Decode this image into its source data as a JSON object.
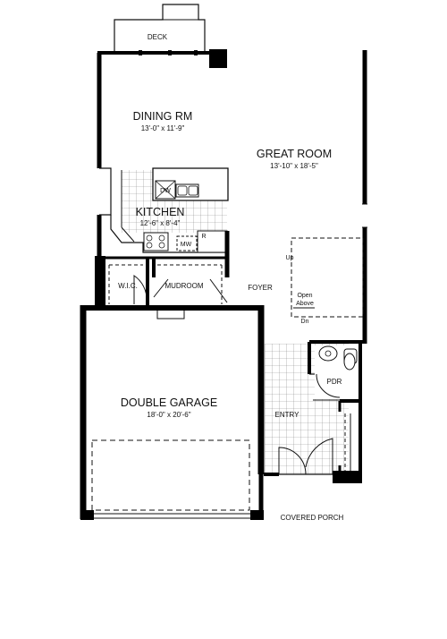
{
  "rooms": {
    "deck": {
      "name": "DECK"
    },
    "dining": {
      "name": "DINING RM",
      "dims": "13'-0\" x 11'-9\""
    },
    "great_room": {
      "name": "GREAT ROOM",
      "dims": "13'-10\" x 18'-5\""
    },
    "kitchen": {
      "name": "KITCHEN",
      "dims": "12'-6\" x 8'-4\""
    },
    "wic": {
      "name": "W.I.C."
    },
    "mudroom": {
      "name": "MUDROOM"
    },
    "foyer": {
      "name": "FOYER"
    },
    "garage": {
      "name": "DOUBLE GARAGE",
      "dims": "18'-0\" x 20'-6\""
    },
    "powder": {
      "name": "PDR"
    },
    "entry": {
      "name": "ENTRY"
    },
    "porch": {
      "name": "COVERED PORCH"
    }
  },
  "fixtures": {
    "dishwasher": "DW",
    "microwave": "MW",
    "refrigerator": "R"
  },
  "stairs": {
    "up": "Up",
    "open_above_line1": "Open",
    "open_above_line2": "Above",
    "down": "Dn"
  },
  "colors": {
    "wall": "#000000",
    "line": "#111111",
    "tile_grid": "#8a8a8a",
    "background": "#ffffff"
  }
}
